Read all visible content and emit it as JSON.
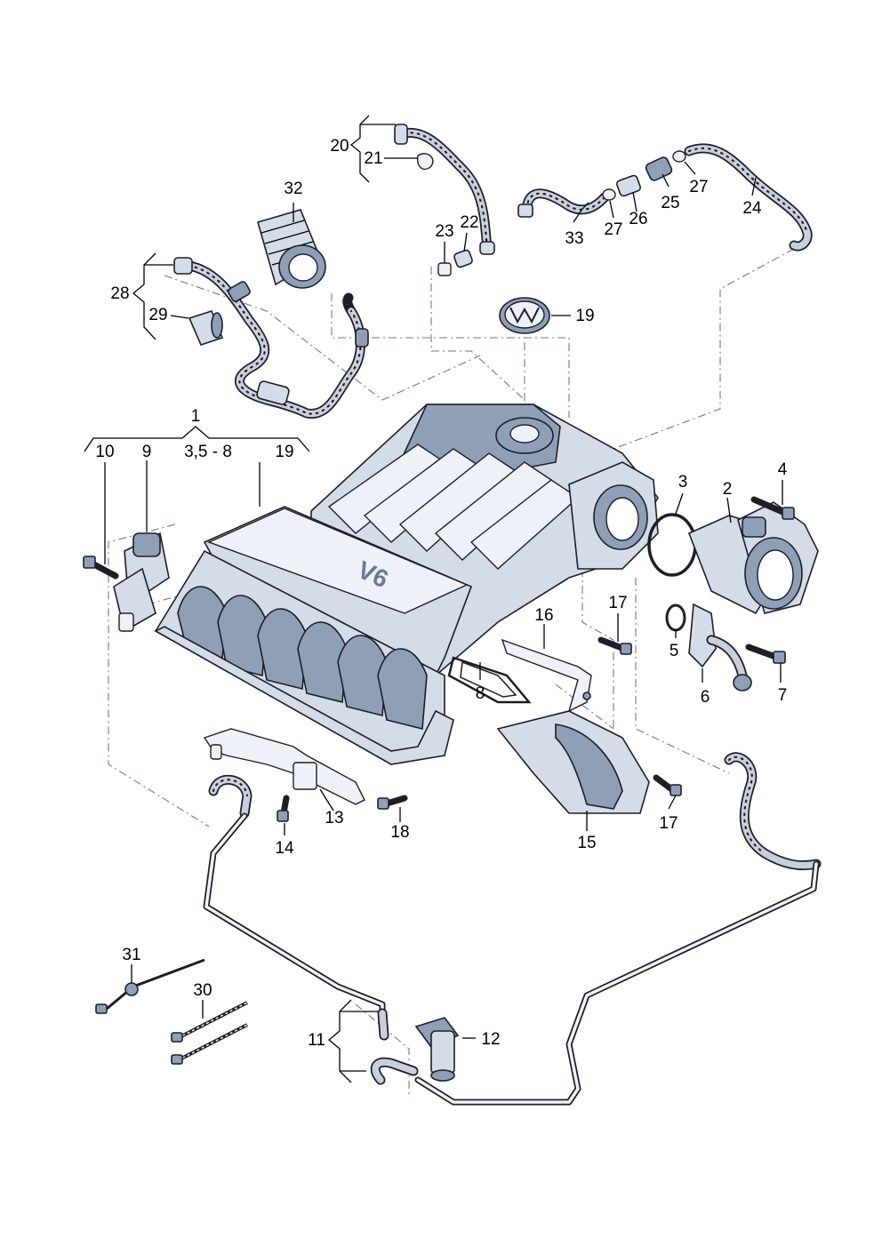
{
  "callouts": {
    "c1": "1",
    "c10": "10",
    "c9": "9",
    "c3_5_8": "3,5 - 8",
    "c19_group": "19",
    "c2": "2",
    "c3": "3",
    "c4": "4",
    "c5": "5",
    "c6": "6",
    "c7": "7",
    "c8": "8",
    "c11": "11",
    "c12": "12",
    "c13": "13",
    "c14": "14",
    "c15": "15",
    "c16": "16",
    "c17_top": "17",
    "c17_bottom": "17",
    "c18": "18",
    "c19": "19",
    "c20": "20",
    "c21": "21",
    "c22": "22",
    "c23": "23",
    "c24": "24",
    "c25": "25",
    "c26": "26",
    "c27_left": "27",
    "c27_right": "27",
    "c28": "28",
    "c29": "29",
    "c30": "30",
    "c31": "31",
    "c32": "32",
    "c33": "33"
  },
  "manifold_badge": "V6",
  "colors": {
    "part_fill": "#d4dce8",
    "part_shade": "#8fa0b6",
    "outline": "#1e1e28",
    "dash_line": "#6b7a90"
  }
}
